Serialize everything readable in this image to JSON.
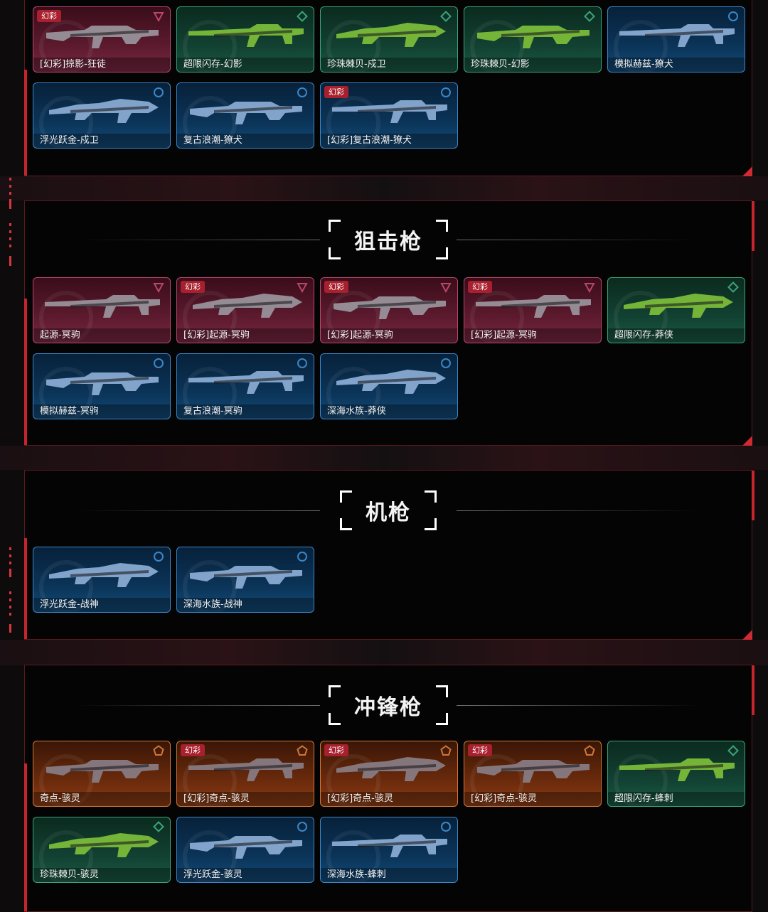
{
  "tier_tag": "幻彩",
  "sections": [
    {
      "id": "top",
      "title": "",
      "cards": [
        {
          "label": "[幻彩]掠影-狂徒",
          "rarity": "pink",
          "tag": true
        },
        {
          "label": "超限闪存-幻影",
          "rarity": "green",
          "tag": false
        },
        {
          "label": "珍珠棘贝-戍卫",
          "rarity": "green",
          "tag": false
        },
        {
          "label": "珍珠棘贝-幻影",
          "rarity": "green",
          "tag": false
        },
        {
          "label": "模拟赫兹-獠犬",
          "rarity": "blue",
          "tag": false
        },
        {
          "label": "浮光跃金-戍卫",
          "rarity": "blue",
          "tag": false
        },
        {
          "label": "复古浪潮-獠犬",
          "rarity": "blue",
          "tag": false
        },
        {
          "label": "[幻彩]复古浪潮-獠犬",
          "rarity": "blue",
          "tag": true
        }
      ]
    },
    {
      "id": "sniper",
      "title": "狙击枪",
      "cards": [
        {
          "label": "起源-冥驹",
          "rarity": "pink",
          "tag": false
        },
        {
          "label": "[幻彩]起源-冥驹",
          "rarity": "pink",
          "tag": true
        },
        {
          "label": "[幻彩]起源-冥驹",
          "rarity": "pink",
          "tag": true
        },
        {
          "label": "[幻彩]起源-冥驹",
          "rarity": "pink",
          "tag": true
        },
        {
          "label": "超限闪存-莽侠",
          "rarity": "green",
          "tag": false
        },
        {
          "label": "模拟赫兹-冥驹",
          "rarity": "blue",
          "tag": false
        },
        {
          "label": "复古浪潮-冥驹",
          "rarity": "blue",
          "tag": false
        },
        {
          "label": "深海水族-莽侠",
          "rarity": "blue",
          "tag": false
        }
      ]
    },
    {
      "id": "machinegun",
      "title": "机枪",
      "cards": [
        {
          "label": "浮光跃金-战神",
          "rarity": "blue",
          "tag": false
        },
        {
          "label": "深海水族-战神",
          "rarity": "blue",
          "tag": false
        }
      ]
    },
    {
      "id": "smg",
      "title": "冲锋枪",
      "cards": [
        {
          "label": "奇点-骇灵",
          "rarity": "orange",
          "tag": false
        },
        {
          "label": "[幻彩]奇点-骇灵",
          "rarity": "orange",
          "tag": true
        },
        {
          "label": "[幻彩]奇点-骇灵",
          "rarity": "orange",
          "tag": true
        },
        {
          "label": "[幻彩]奇点-骇灵",
          "rarity": "orange",
          "tag": true
        },
        {
          "label": "超限闪存-蜂刺",
          "rarity": "green",
          "tag": false
        },
        {
          "label": "珍珠棘贝-骇灵",
          "rarity": "green",
          "tag": false
        },
        {
          "label": "浮光跃金-骇灵",
          "rarity": "blue",
          "tag": false
        },
        {
          "label": "深海水族-蜂刺",
          "rarity": "blue",
          "tag": false
        }
      ]
    }
  ],
  "colors": {
    "pink": "#b8476a",
    "green": "#3aa37a",
    "blue": "#3b86c8",
    "orange": "#d0763a",
    "accent_red": "#c8242c"
  },
  "icons": {
    "pink": "triangle-rank-icon",
    "green": "diamond-rank-icon",
    "blue": "circle-rank-icon",
    "orange": "pentagon-rank-icon"
  }
}
